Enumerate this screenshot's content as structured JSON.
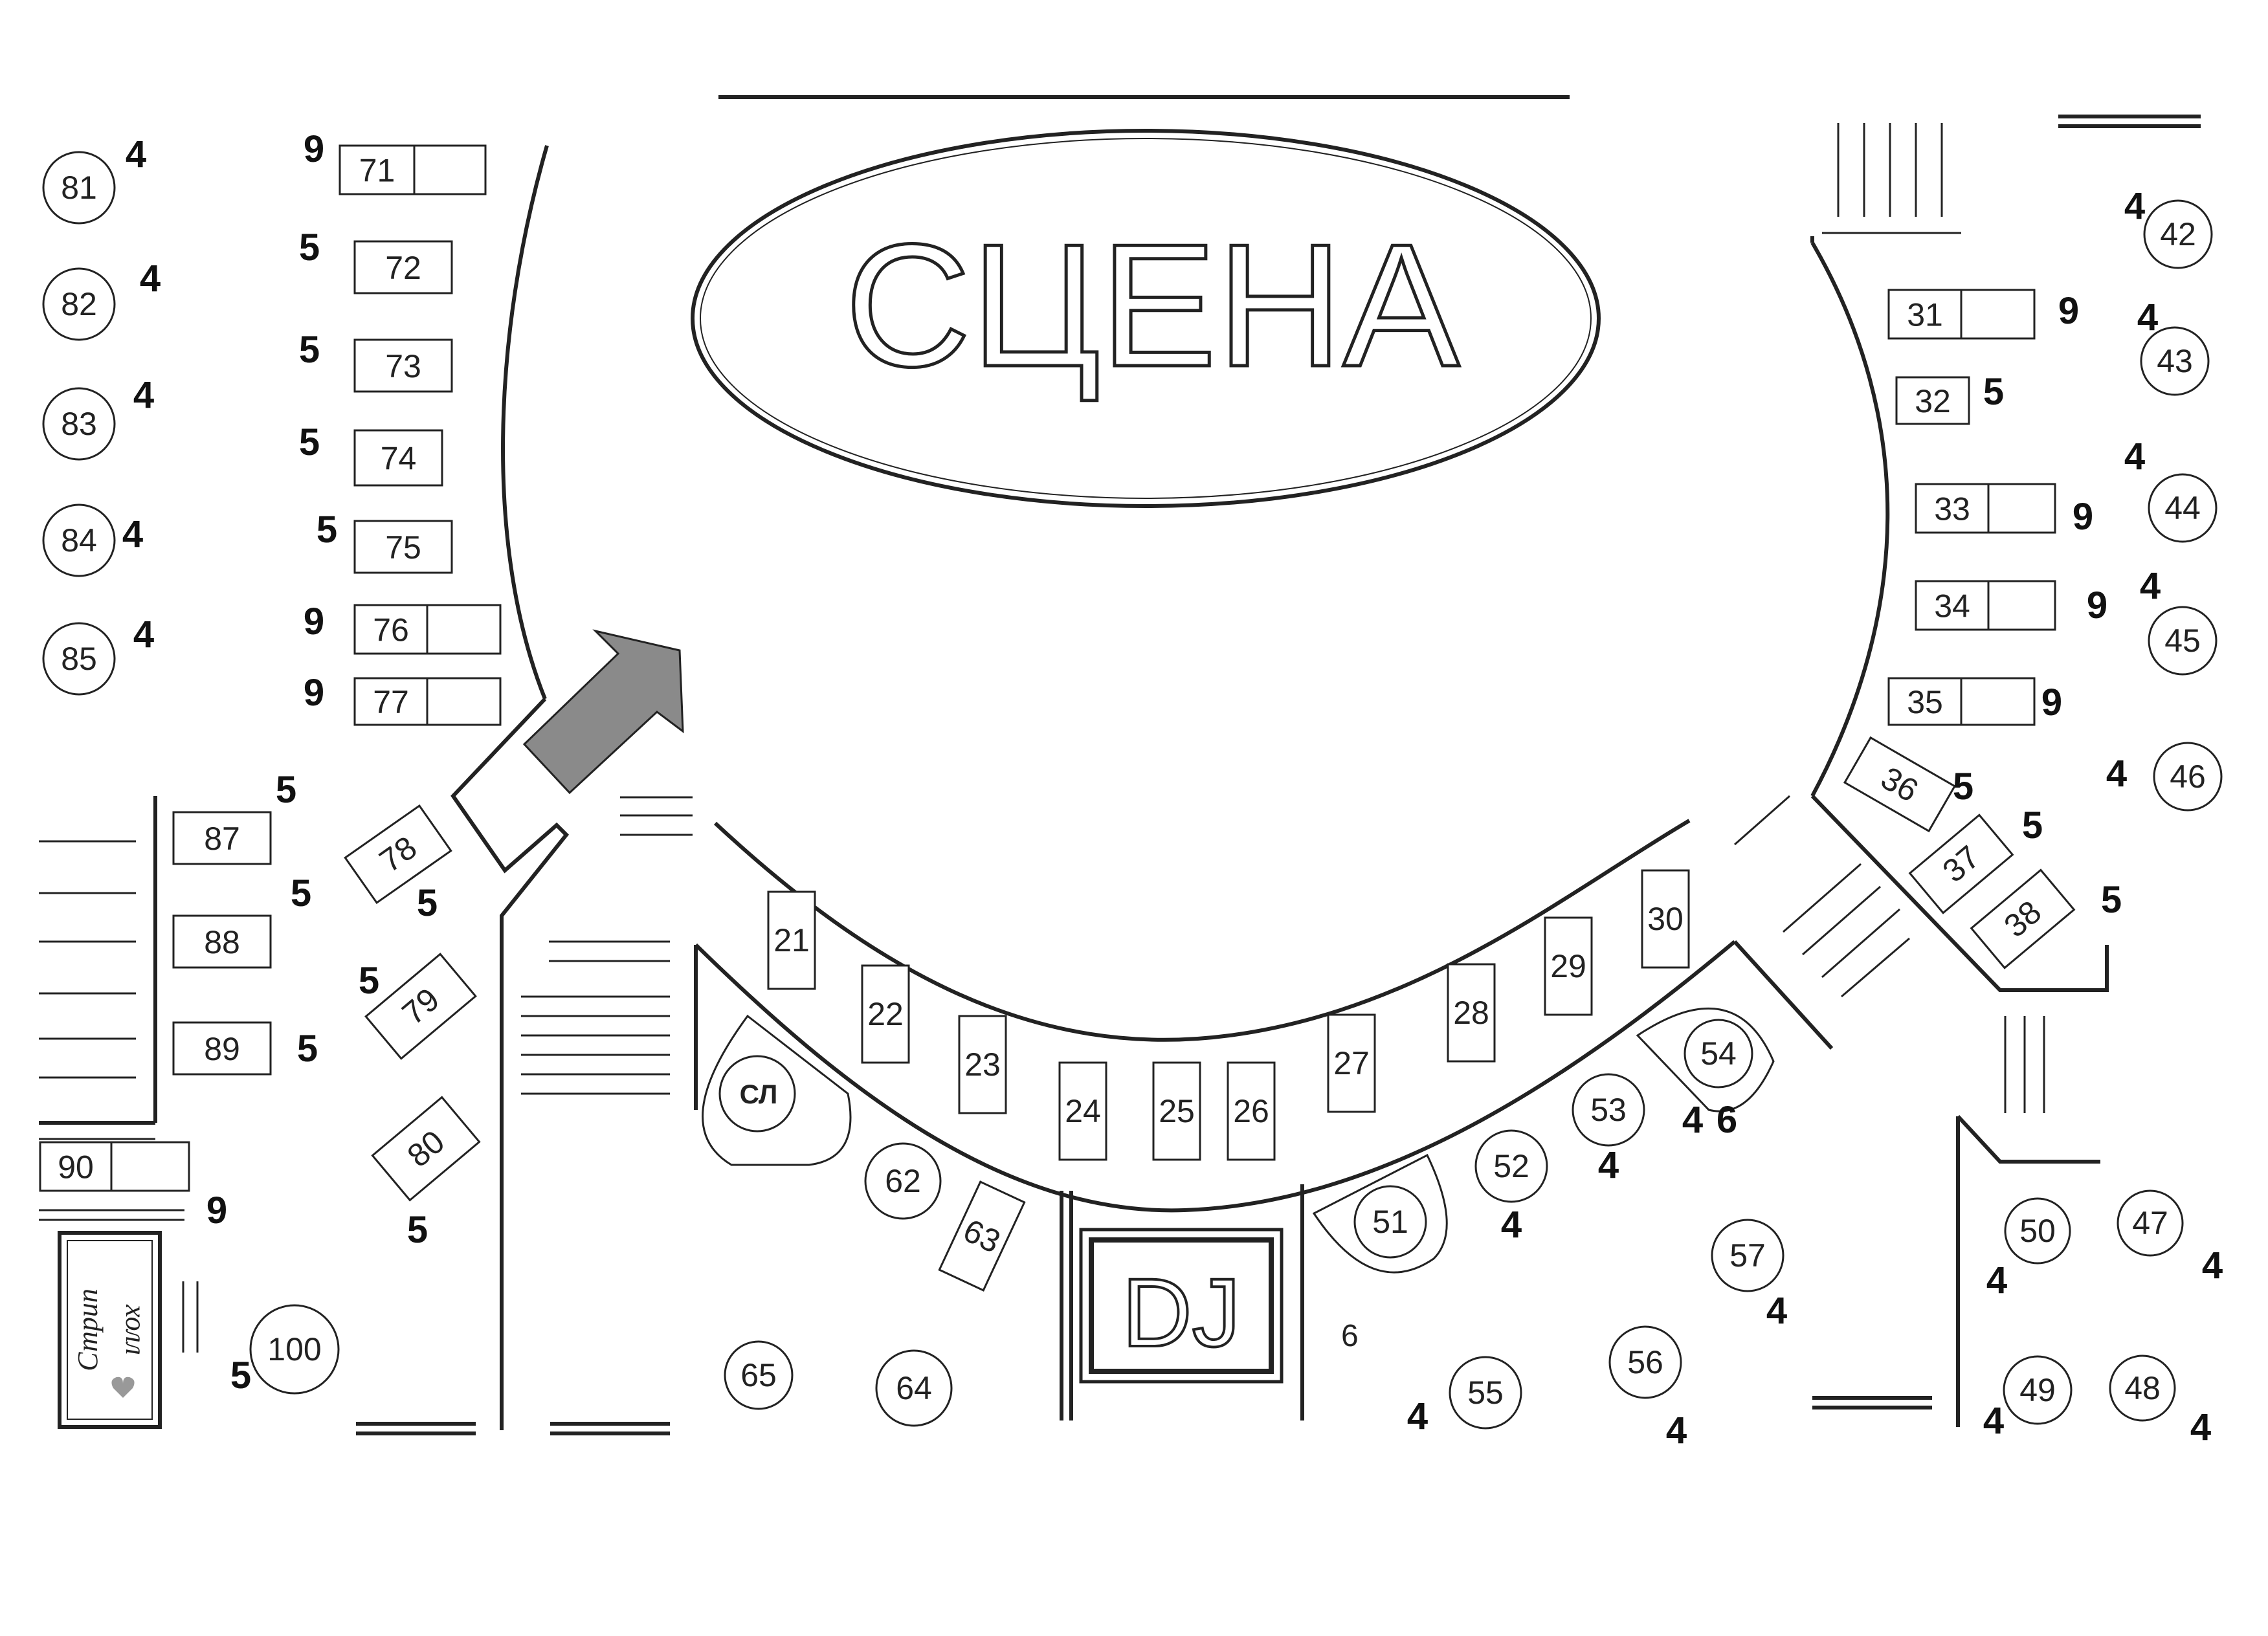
{
  "stage": {
    "label": "СЦЕНА"
  },
  "dj": {
    "label": "DJ"
  },
  "strip": {
    "line1": "Стрип",
    "line2": "холл",
    "icon": "heart-icon"
  },
  "sl_booth": {
    "label": "СЛ"
  },
  "left_circles": [
    {
      "num": "81",
      "cap": "4"
    },
    {
      "num": "82",
      "cap": "4"
    },
    {
      "num": "83",
      "cap": "4"
    },
    {
      "num": "84",
      "cap": "4"
    },
    {
      "num": "85",
      "cap": "4"
    }
  ],
  "left_tables": [
    {
      "num": "71",
      "cap": "9"
    },
    {
      "num": "72",
      "cap": "5"
    },
    {
      "num": "73",
      "cap": "5"
    },
    {
      "num": "74",
      "cap": "5"
    },
    {
      "num": "75",
      "cap": "5"
    },
    {
      "num": "76",
      "cap": "9"
    },
    {
      "num": "77",
      "cap": "9"
    }
  ],
  "lower_left_tables": [
    {
      "num": "87",
      "cap": "5"
    },
    {
      "num": "88",
      "cap": "5"
    },
    {
      "num": "89",
      "cap": "5"
    },
    {
      "num": "90",
      "cap": "9"
    }
  ],
  "angled_tables": [
    {
      "num": "78",
      "cap": "5"
    },
    {
      "num": "79",
      "cap": "5"
    },
    {
      "num": "80",
      "cap": "5"
    }
  ],
  "table_100": {
    "num": "100",
    "cap": "5"
  },
  "front_tables": [
    "21",
    "22",
    "23",
    "24",
    "25",
    "26",
    "27",
    "28",
    "29",
    "30"
  ],
  "right_tables": [
    {
      "num": "31",
      "cap": "9"
    },
    {
      "num": "32",
      "cap": "5"
    },
    {
      "num": "33",
      "cap": "9"
    },
    {
      "num": "34",
      "cap": "9"
    },
    {
      "num": "35",
      "cap": "9"
    }
  ],
  "right_angled_tables": [
    {
      "num": "36",
      "cap": "5"
    },
    {
      "num": "37",
      "cap": "5"
    },
    {
      "num": "38",
      "cap": "5"
    }
  ],
  "right_circles": [
    {
      "num": "42",
      "cap": "4"
    },
    {
      "num": "43",
      "cap": "4"
    },
    {
      "num": "44",
      "cap": "4"
    },
    {
      "num": "45",
      "cap": "4"
    },
    {
      "num": "46",
      "cap": "4"
    }
  ],
  "floor_circles": [
    {
      "num": "47",
      "cap": "4"
    },
    {
      "num": "48",
      "cap": "4"
    },
    {
      "num": "49",
      "cap": "4"
    },
    {
      "num": "50",
      "cap": "4"
    },
    {
      "num": "51",
      "cap": "4"
    },
    {
      "num": "52",
      "cap": "4"
    },
    {
      "num": "53",
      "cap": "4"
    },
    {
      "num": "54",
      "cap": "6"
    },
    {
      "num": "55",
      "cap": "4"
    },
    {
      "num": "56",
      "cap": "4"
    },
    {
      "num": "57",
      "cap": "4"
    },
    {
      "num": "62",
      "cap": ""
    },
    {
      "num": "63",
      "cap": ""
    },
    {
      "num": "64",
      "cap": ""
    },
    {
      "num": "65",
      "cap": ""
    }
  ],
  "dj_cap": "6",
  "colors": {
    "arrow": "#8a8a8a",
    "line": "#222222",
    "heart": "#999999"
  }
}
